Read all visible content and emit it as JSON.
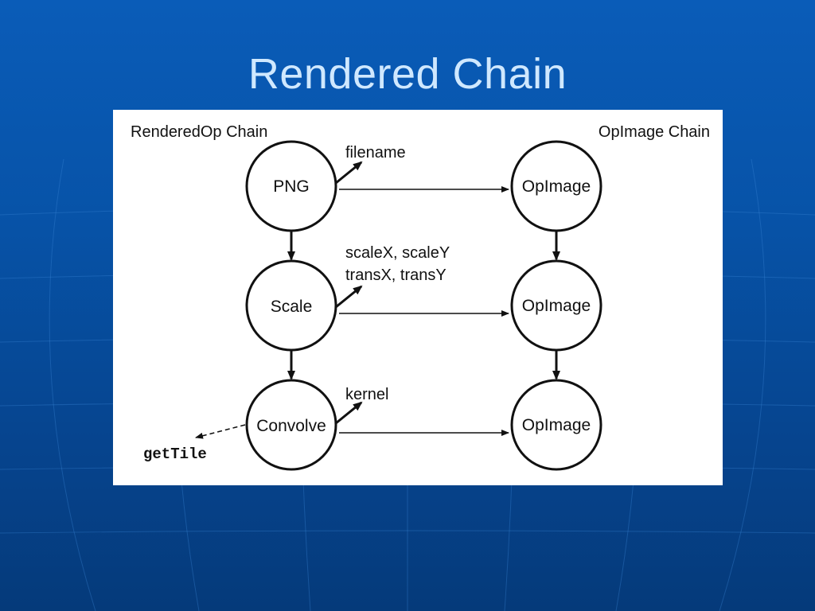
{
  "slide": {
    "title": "Rendered Chain"
  },
  "diagram": {
    "left_heading": "RenderedOp Chain",
    "right_heading": "OpImage Chain",
    "rendered_nodes": [
      "PNG",
      "Scale",
      "Convolve"
    ],
    "opimage_nodes": [
      "OpImage",
      "OpImage",
      "OpImage"
    ],
    "params": {
      "png": "filename",
      "scale_line1": "scaleX, scaleY",
      "scale_line2": "transX, transY",
      "convolve": "kernel"
    },
    "get_tile": "getTile"
  },
  "colors": {
    "background": "#0753a8",
    "title": "#cfe8ff",
    "panel": "#ffffff",
    "ink": "#111111"
  }
}
